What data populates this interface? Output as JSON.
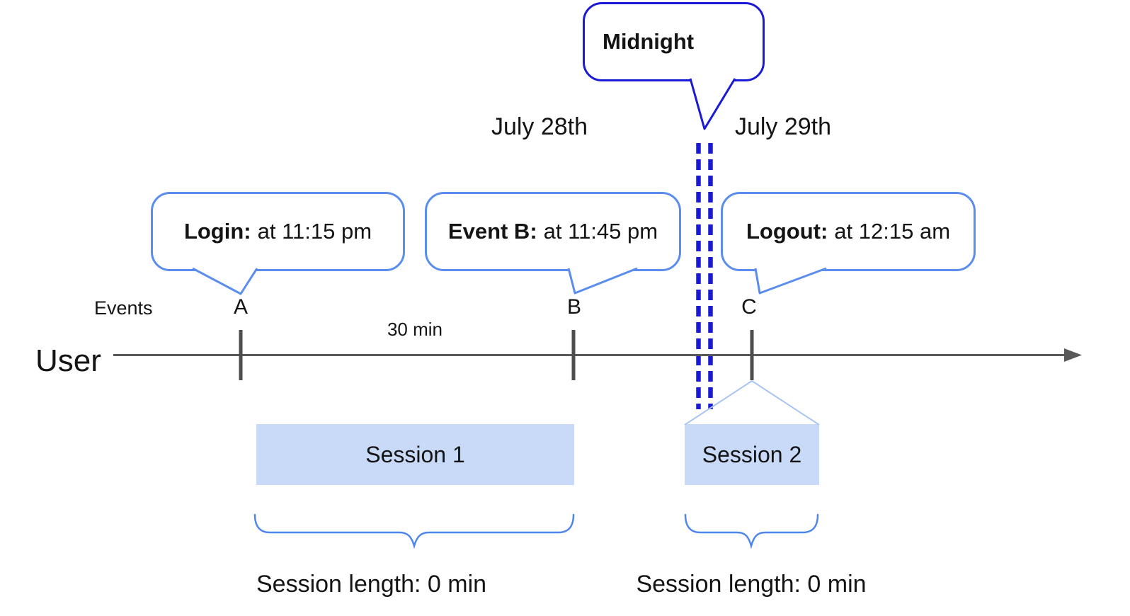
{
  "dates": {
    "left": "July 28th",
    "right": "July 29th"
  },
  "midnight": {
    "label": "Midnight"
  },
  "callouts": [
    {
      "title": "Login:",
      "text": "at 11:15 pm"
    },
    {
      "title": "Event B:",
      "text": "at 11:45 pm"
    },
    {
      "title": "Logout:",
      "text": "at 12:15 am"
    }
  ],
  "axis": {
    "events_label": "Events",
    "user_label": "User",
    "interval_label": "30 min",
    "event_marks": [
      "A",
      "B",
      "C"
    ]
  },
  "sessions": [
    {
      "label": "Session 1",
      "length_label": "Session length: 0 min"
    },
    {
      "label": "Session 2",
      "length_label": "Session length: 0 min"
    }
  ],
  "colors": {
    "callout_border": "#5b8dee",
    "midnight_border": "#1a1ad6",
    "dashed_line": "#1a1ad6",
    "session_fill": "#c9daf8",
    "timeline": "#595959",
    "brace": "#4f86ec",
    "connector": "#a9c5f1"
  }
}
